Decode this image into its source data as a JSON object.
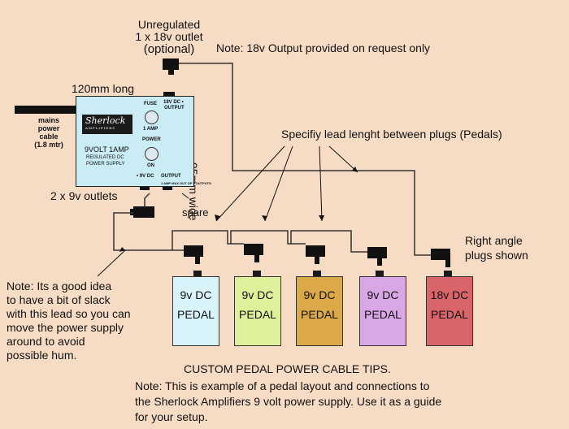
{
  "colors": {
    "background": "#f7dcc5",
    "unit": "#c9ecf5",
    "pedal1": "#d9f3fb",
    "pedal2": "#dff09a",
    "pedal3": "#dba947",
    "pedal4": "#d9a6e6",
    "pedal5": "#d9646a"
  },
  "labels": {
    "unregulated_1": "Unregulated",
    "unregulated_2": "1 x 18v outlet",
    "unregulated_3": "(optional)",
    "note_18v": "Note: 18v Output provided on request only",
    "length": "120mm long",
    "width": "95mm wide",
    "mains_1": "mains",
    "mains_2": "power",
    "mains_3": "cable",
    "mains_4": "(1.8 mtr)",
    "specify": "Specifiy lead lenght between plugs (Pedals)",
    "outlets": "2 x 9v  outlets",
    "spare": "spare",
    "right_angle_1": "Right angle",
    "right_angle_2": "plugs shown",
    "note_slack": [
      "Note: Its a good idea",
      "to have a bit of slack",
      "with this lead so you can",
      "move the power supply",
      "around to avoid",
      "possible hum."
    ],
    "custom_title": "CUSTOM PEDAL POWER CABLE TIPS.",
    "footer": [
      "Note: This is example of a pedal layout and connections to",
      "the Sherlock Amplifiers 9 volt power supply. Use it as a guide",
      "for your setup."
    ]
  },
  "unit": {
    "brand": "Sherlock",
    "brand_sub": "AMPLIFIERS",
    "voltage": "9VOLT  1AMP",
    "reg1": "REGULATED DC",
    "reg2": "POWER SUPPLY",
    "fuse": "FUSE",
    "amp": "1 AMP",
    "power": "POWER",
    "on": "ON",
    "out18_1": "18V DC •",
    "out18_2": "OUTPUT",
    "out9_1": "• 9V DC",
    "out9_2": "OUTPUT",
    "max": "1 AMP MAX OUT OF 2 OUTPUTS"
  },
  "pedals": [
    {
      "line1": "9v DC",
      "line2": "PEDAL"
    },
    {
      "line1": "9v DC",
      "line2": "PEDAL"
    },
    {
      "line1": "9v DC",
      "line2": "PEDAL"
    },
    {
      "line1": "9v DC",
      "line2": "PEDAL"
    },
    {
      "line1": "18v DC",
      "line2": "PEDAL"
    }
  ]
}
